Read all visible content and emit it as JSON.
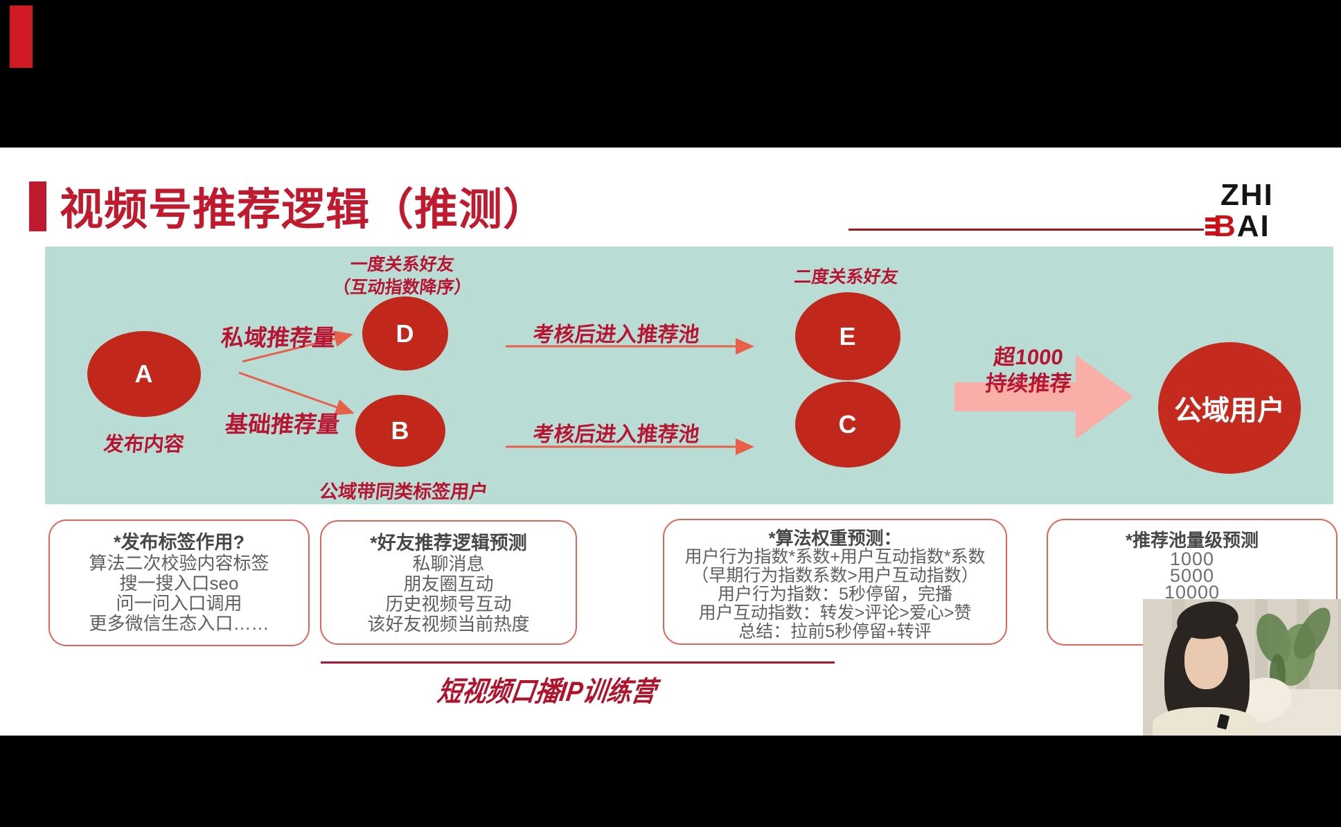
{
  "colors": {
    "accent_red": "#c01a2e",
    "node_red": "#c1281b",
    "panel_teal": "#b9ddd4",
    "pink_arrow": "#f9afa7",
    "box_border": "#e2635a",
    "box_text": "#5f5f5f"
  },
  "header": {
    "title": "视频号推荐逻辑（推测）",
    "logo_line1": "ZHI",
    "logo_b": "B",
    "logo_ai": "AI"
  },
  "diagram": {
    "node_a": "A",
    "node_a_caption": "发布内容",
    "node_d": "D",
    "node_d_caption1": "一度关系好友",
    "node_d_caption2": "（互动指数降序）",
    "node_b": "B",
    "node_b_caption": "公域带同类标签用户",
    "node_e": "E",
    "node_e_caption": "二度关系好友",
    "node_c": "C",
    "node_public": "公域用户",
    "edge_private": "私域推荐量",
    "edge_base": "基础推荐量",
    "edge_review_top": "考核后进入推荐池",
    "edge_review_bottom": "考核后进入推荐池",
    "edge_over_line1": "超1000",
    "edge_over_line2": "持续推荐"
  },
  "boxes": [
    {
      "title": "*发布标签作用?",
      "lines": [
        "算法二次校验内容标签",
        "搜一搜入口seo",
        "问一问入口调用",
        "更多微信生态入口……"
      ]
    },
    {
      "title": "*好友推荐逻辑预测",
      "lines": [
        "私聊消息",
        "朋友圈互动",
        "历史视频号互动",
        "该好友视频当前热度"
      ]
    },
    {
      "title": "*算法权重预测：",
      "lines": [
        "用户行为指数*系数+用户互动指数*系数",
        "（早期行为指数系数>用户互动指数）",
        "用户行为指数：5秒停留，完播",
        "用户互动指数：转发>评论>爱心>赞",
        "总结：拉前5秒停留+转评"
      ]
    },
    {
      "title": "*推荐池量级预测",
      "lines": [
        "1000",
        "5000",
        "10000"
      ]
    }
  ],
  "footer": {
    "title": "短视频口播IP训练营"
  }
}
